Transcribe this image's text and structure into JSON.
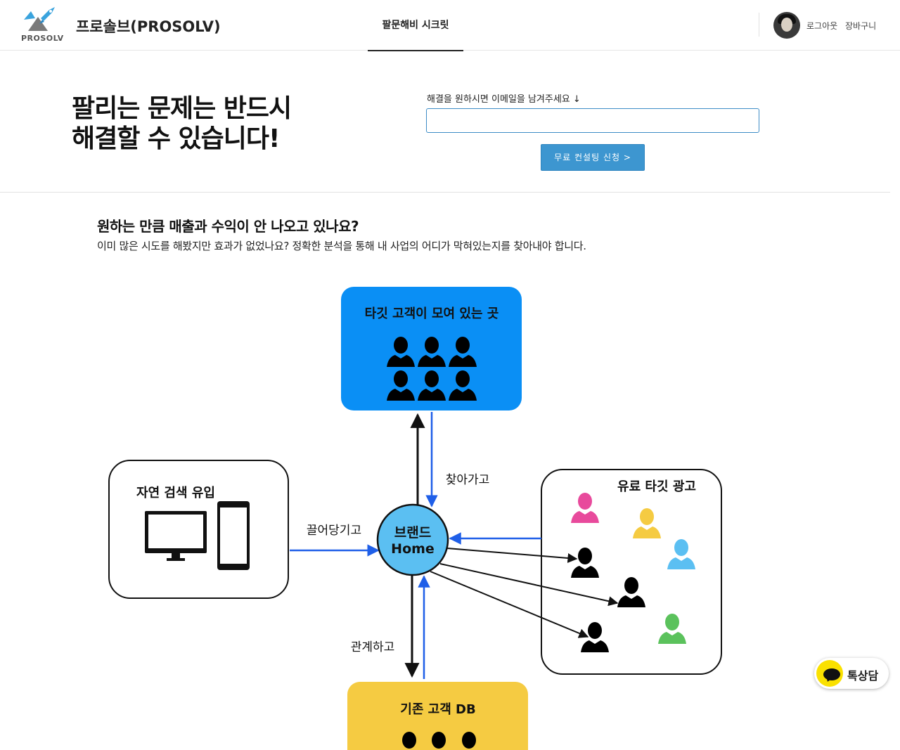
{
  "header": {
    "logo_text": "PROSOLV",
    "brand": "프로솔브(PROSOLV)",
    "nav_tab": "팔문해비 시크릿",
    "logout": "로그아웃",
    "cart": "장바구니"
  },
  "hero": {
    "title_line1": "팔리는 문제는 반드시",
    "title_line2": "해결할 수 있습니다!",
    "email_label": "해결을 원하시면 이메일을 남겨주세요 ↓",
    "email_value": "",
    "cta": "무료 컨설팅 신청 >"
  },
  "section": {
    "title": "원하는 만큼 매출과 수익이 안 나오고 있나요?",
    "subtitle": "이미 많은 시도를 해봤지만 효과가 없었나요? 정확한 분석을 통해 내 사업의 어디가 막혀있는지를 찾아내야 합니다."
  },
  "diagram": {
    "target_box": "타깃 고객이 모여 있는 곳",
    "organic_box": "자연 검색 유입",
    "paid_box": "유료 타깃 광고",
    "db_box": "기존 고객 DB",
    "center_line1": "브랜드",
    "center_line2": "Home",
    "arrow_find": "찾아가고",
    "arrow_attract": "끌어당기고",
    "arrow_relate": "관계하고",
    "colors": {
      "target_bg": "#0a8ff5",
      "db_bg": "#f5cb42",
      "center_bg": "#5bbff2",
      "arrow_blue": "#1f5fe8",
      "person_pink": "#e84a9c",
      "person_yellow": "#f5cb42",
      "person_cyan": "#5bbff2",
      "person_green": "#5bc25c"
    }
  },
  "kakao": {
    "label": "톡상담"
  }
}
